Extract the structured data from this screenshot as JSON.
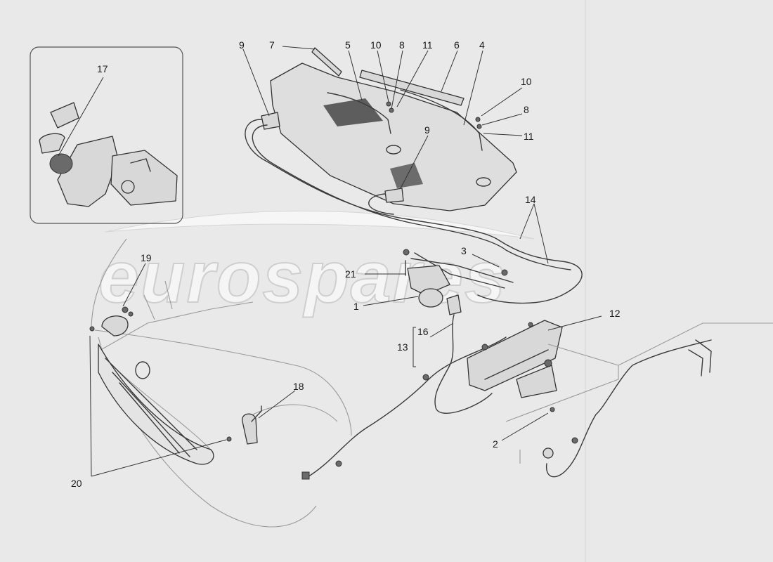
{
  "watermark": "eurospares",
  "callouts": {
    "c1": "1",
    "c2": "2",
    "c3": "3",
    "c4": "4",
    "c5": "5",
    "c6": "6",
    "c7": "7",
    "c8a": "8",
    "c8b": "8",
    "c9a": "9",
    "c9b": "9",
    "c10a": "10",
    "c10b": "10",
    "c11a": "11",
    "c11b": "11",
    "c12": "12",
    "c13": "13",
    "c14": "14",
    "c16": "16",
    "c17": "17",
    "c18": "18",
    "c19": "19",
    "c20": "20",
    "c21": "21"
  }
}
